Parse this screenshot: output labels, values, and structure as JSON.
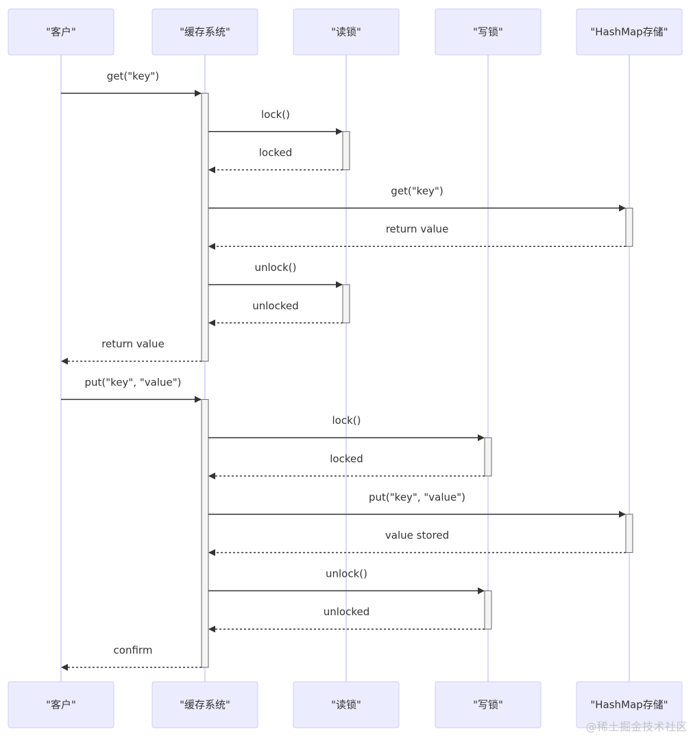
{
  "participants": [
    {
      "id": "client",
      "label": "\"客户\""
    },
    {
      "id": "cache",
      "label": "\"缓存系统\""
    },
    {
      "id": "readlock",
      "label": "\"读锁\""
    },
    {
      "id": "writelock",
      "label": "\"写锁\""
    },
    {
      "id": "hashmap",
      "label": "\"HashMap存储\""
    }
  ],
  "messages": [
    {
      "from": "client",
      "to": "cache",
      "label": "get(\"key\")",
      "style": "solid"
    },
    {
      "from": "cache",
      "to": "readlock",
      "label": "lock()",
      "style": "solid"
    },
    {
      "from": "readlock",
      "to": "cache",
      "label": "locked",
      "style": "dashed"
    },
    {
      "from": "cache",
      "to": "hashmap",
      "label": "get(\"key\")",
      "style": "solid"
    },
    {
      "from": "hashmap",
      "to": "cache",
      "label": "return value",
      "style": "dashed"
    },
    {
      "from": "cache",
      "to": "readlock",
      "label": "unlock()",
      "style": "solid"
    },
    {
      "from": "readlock",
      "to": "cache",
      "label": "unlocked",
      "style": "dashed"
    },
    {
      "from": "cache",
      "to": "client",
      "label": "return value",
      "style": "dashed"
    },
    {
      "from": "client",
      "to": "cache",
      "label": "put(\"key\", \"value\")",
      "style": "solid"
    },
    {
      "from": "cache",
      "to": "writelock",
      "label": "lock()",
      "style": "solid"
    },
    {
      "from": "writelock",
      "to": "cache",
      "label": "locked",
      "style": "dashed"
    },
    {
      "from": "cache",
      "to": "hashmap",
      "label": "put(\"key\", \"value\")",
      "style": "solid"
    },
    {
      "from": "hashmap",
      "to": "cache",
      "label": "value stored",
      "style": "dashed"
    },
    {
      "from": "cache",
      "to": "writelock",
      "label": "unlock()",
      "style": "solid"
    },
    {
      "from": "writelock",
      "to": "cache",
      "label": "unlocked",
      "style": "dashed"
    },
    {
      "from": "cache",
      "to": "client",
      "label": "confirm",
      "style": "dashed"
    }
  ],
  "activations": [
    {
      "participant": "cache",
      "from_msg": 0,
      "to_msg": 7
    },
    {
      "participant": "readlock",
      "from_msg": 1,
      "to_msg": 2
    },
    {
      "participant": "hashmap",
      "from_msg": 3,
      "to_msg": 4
    },
    {
      "participant": "readlock",
      "from_msg": 5,
      "to_msg": 6
    },
    {
      "participant": "cache",
      "from_msg": 8,
      "to_msg": 15
    },
    {
      "participant": "writelock",
      "from_msg": 9,
      "to_msg": 10
    },
    {
      "participant": "hashmap",
      "from_msg": 11,
      "to_msg": 12
    },
    {
      "participant": "writelock",
      "from_msg": 13,
      "to_msg": 14
    }
  ],
  "watermark": "@稀土掘金技术社区",
  "colors": {
    "actor_fill": "#ECECFF",
    "actor_stroke": "#CCCCFF",
    "lifeline": "#CCCCFF",
    "arrow": "#333333",
    "activation_fill": "#F4F4F4",
    "activation_stroke": "#666666",
    "text": "#333333"
  }
}
